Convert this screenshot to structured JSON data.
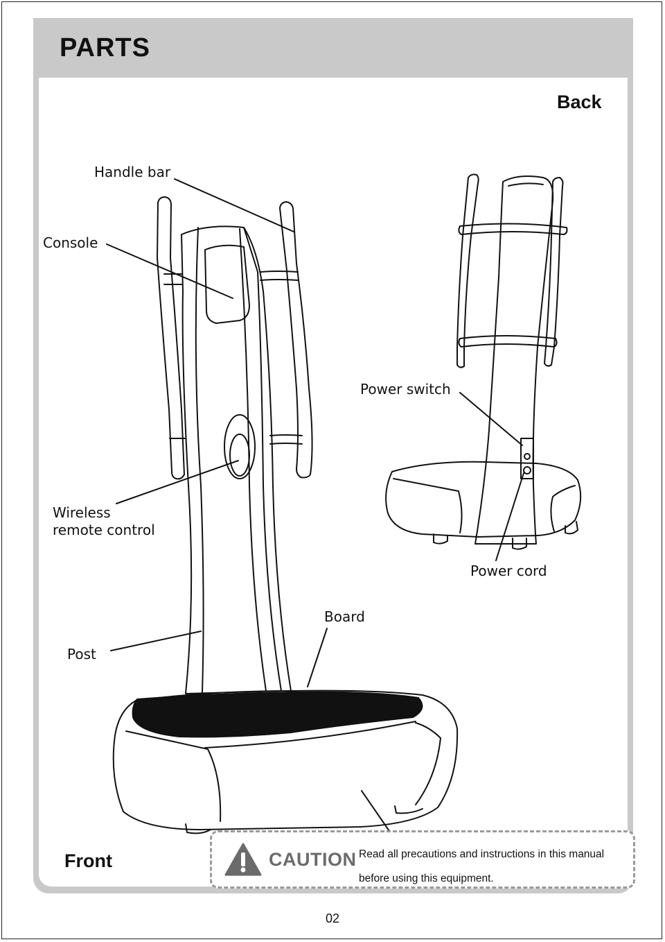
{
  "header": {
    "title": "PARTS"
  },
  "views": {
    "back": "Back",
    "front": "Front"
  },
  "labels": {
    "handle_bar": "Handle bar",
    "console": "Console",
    "power_switch": "Power switch",
    "wireless_line1": "Wireless",
    "wireless_line2": "remote control",
    "power_cord": "Power cord",
    "board": "Board",
    "post": "Post"
  },
  "caution": {
    "word": "CAUTION",
    "icon": "warning-triangle-icon",
    "line1": "Read all precautions and instructions in this manual",
    "line2": "before using this equipment."
  },
  "footer": {
    "page_number": "02"
  }
}
